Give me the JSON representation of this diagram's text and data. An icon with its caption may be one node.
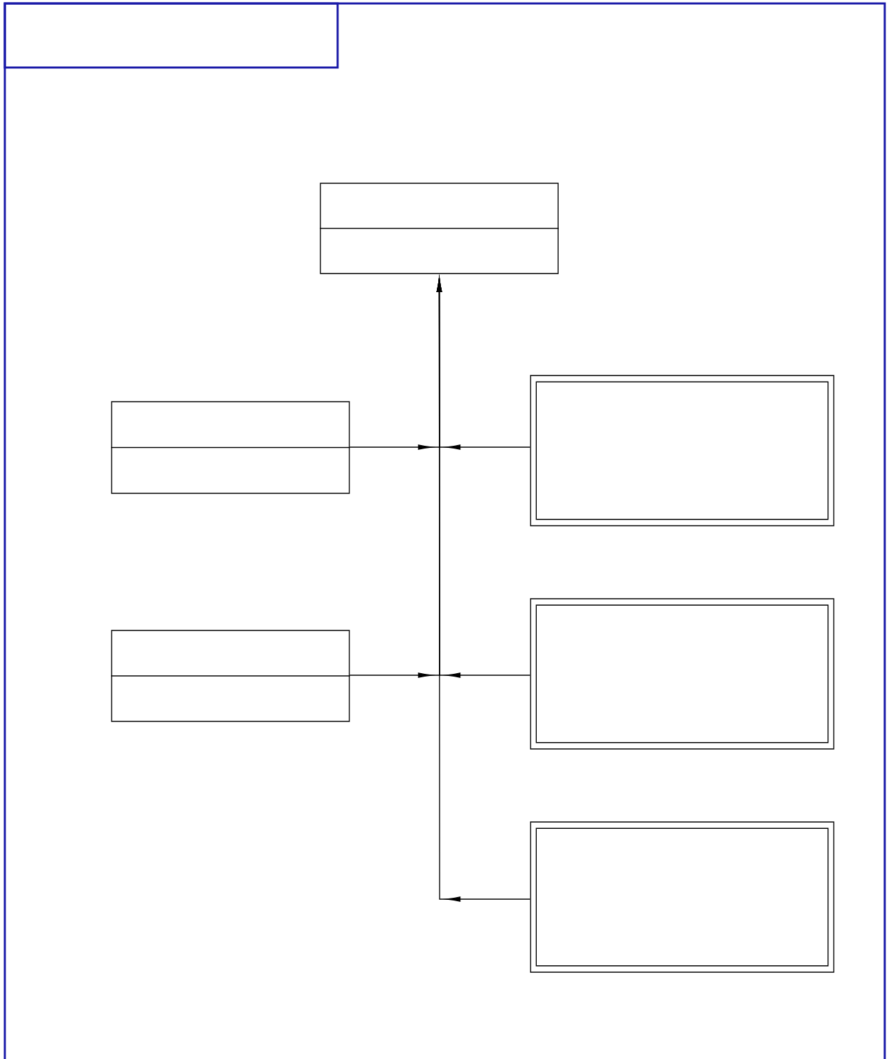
{
  "diagram": {
    "nodes": [
      {
        "text": [],
        "shape": "box"
      },
      {
        "text": [],
        "shape": "box"
      },
      {
        "text": [],
        "shape": "box"
      },
      {
        "text": [],
        "shape": "box"
      },
      {
        "text": [],
        "shape": "box"
      },
      {
        "text": [],
        "shape": "box"
      }
    ],
    "edges": [
      {
        "from": 1,
        "to": 0,
        "arrow": "to"
      },
      {
        "from": 2,
        "to": 0,
        "arrow": "to"
      },
      {
        "from": 3,
        "to": 0,
        "arrow": "to"
      },
      {
        "from": 4,
        "to": 0,
        "arrow": "to"
      },
      {
        "from": 5,
        "to": 0,
        "arrow": "to"
      }
    ]
  }
}
